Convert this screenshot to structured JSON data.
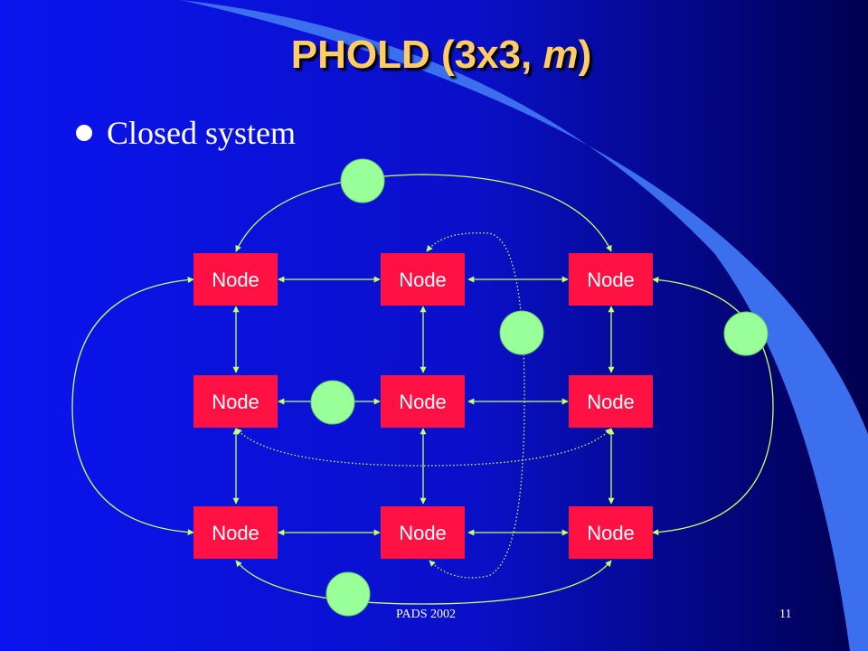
{
  "slide": {
    "title_main": "PHOLD (3x3, ",
    "title_var": "m",
    "title_close": ")",
    "bullet": "Closed system",
    "footer_left": "PADS 2002",
    "footer_right": "11"
  },
  "diagram": {
    "node_label": "Node",
    "rows": 3,
    "cols": 3,
    "colors": {
      "node_fill": "#ff1144",
      "job_fill": "#99ff99",
      "link": "#ccff66",
      "background_left": "#0a14ee",
      "background_right": "#000050",
      "swoosh": "#3b6fee"
    }
  }
}
